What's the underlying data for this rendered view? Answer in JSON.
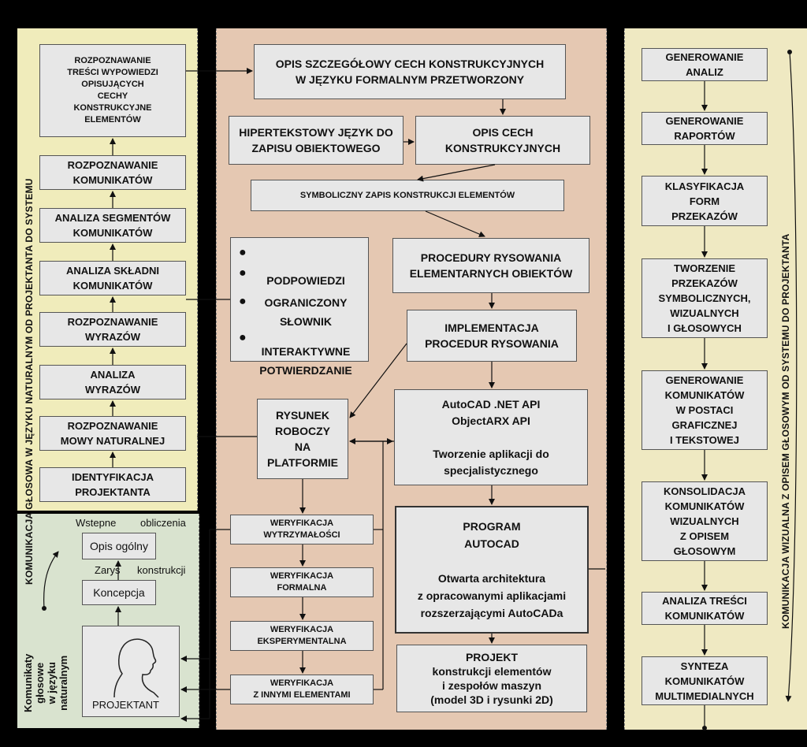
{
  "left_panel": {
    "vertical_label": "KOMUNIKACJA  GŁOSOWA  W  JĘZYKU  NATURALNYM  OD  PROJEKTANTA  DO  SYSTEMU",
    "boxes": [
      "ROZPOZNAWANIE\nTREŚCI WYPOWIEDZI\nOPISUJĄCYCH\nCECHY\nKONSTRUKCYJNE\nELEMENTÓW",
      "ROZPOZNAWANIE\nKOMUNIKATÓW",
      "ANALIZA SEGMENTÓW\nKOMUNIKATÓW",
      "ANALIZA SKŁADNI\nKOMUNIKATÓW",
      "ROZPOZNAWANIE\nWYRAZÓW",
      "ANALIZA\nWYRAZÓW",
      "ROZPOZNAWANIE\nMOWY NATURALNEJ",
      "IDENTYFIKACJA\nPROJEKTANTA"
    ]
  },
  "bottom_left": {
    "vertical_label": "Komunikaty\ngłosowe\nw języku\nnaturalnym",
    "label_wstepne": "Wstepne",
    "label_obliczenia": "obliczenia",
    "box_opis": "Opis ogólny",
    "label_zarys": "Zarys",
    "label_konstrukcji": "konstrukcji",
    "box_koncepcja": "Koncepcja",
    "projektant": "PROJEKTANT"
  },
  "center_panel": {
    "opis_szczegolowy": "OPIS SZCZEGÓŁOWY CECH KONSTRUKCYJNYCH\nW JĘZYKU FORMALNYM PRZETWORZONY",
    "hipertekstowy": "HIPERTEKSTOWY JĘZYK DO\nZAPISU OBIEKTOWEGO",
    "opis_cech": "OPIS CECH\nKONSTRUKCYJNYCH",
    "symboliczny": "SYMBOLICZNY ZAPIS KONSTRUKCJI ELEMENTÓW",
    "bullets": [
      "PODPOWIEDZI",
      "OGRANICZONY\nSŁOWNIK",
      "INTERAKTYWNE\nPOTWIERDZANIE"
    ],
    "procedury": "PROCEDURY RYSOWANIA\nELEMENTARNYCH OBIEKTÓW",
    "implementacja": "IMPLEMENTACJA\nPROCEDUR RYSOWANIA",
    "rysunek": "RYSUNEK\nROBOCZY\nNA\nPLATFORMIE",
    "autocad_api": "AutoCAD .NET API\nObjectARX API\n\nTworzenie aplikacji do\nspecjalistycznego",
    "weryfikacje": [
      "WERYFIKACJA\nWYTRZYMAŁOŚCI",
      "WERYFIKACJA\nFORMALNA",
      "WERYFIKACJA\nEKSPERYMENTALNA",
      "WERYFIKACJA\nZ INNYMI ELEMENTAMI"
    ],
    "program": "PROGRAM\nAUTOCAD\n\nOtwarta architektura\nz opracowanymi aplikacjami\nrozszerzającymi AutoCADa",
    "projekt": "PROJEKT\nkonstrukcji elementów\ni zespołów maszyn\n(model 3D i rysunki 2D)"
  },
  "right_panel": {
    "vertical_label": "KOMUNIKACJA WIZUALNA Z OPISEM GŁOSOWYM OD SYSTEMU DO PROJEKTANTA",
    "boxes": [
      "GENEROWANIE\nANALIZ",
      "GENEROWANIE\nRAPORTÓW",
      "KLASYFIKACJA\nFORM\nPRZEKAZÓW",
      "TWORZENIE\nPRZEKAZÓW\nSYMBOLICZNYCH,\nWIZUALNYCH\nI GŁOSOWYCH",
      "GENEROWANIE\nKOMUNIKATÓW\nW POSTACI\nGRAFICZNEJ\nI TEKSTOWEJ",
      "KONSOLIDACJA\nKOMUNIKATÓW\nWIZUALNYCH\nZ OPISEM\nGŁOSOWYM",
      "ANALIZA TREŚCI\nKOMUNIKATÓW",
      "SYNTEZA\nKOMUNIKATÓW\nMULTIMEDIALNYCH"
    ]
  },
  "colors": {
    "left_bg": "#f0ecbb",
    "bottom_left_bg": "#d9e3cf",
    "center_bg": "#e5c8b2",
    "right_bg": "#efe9c2",
    "box_bg": "#e7e7e7"
  }
}
